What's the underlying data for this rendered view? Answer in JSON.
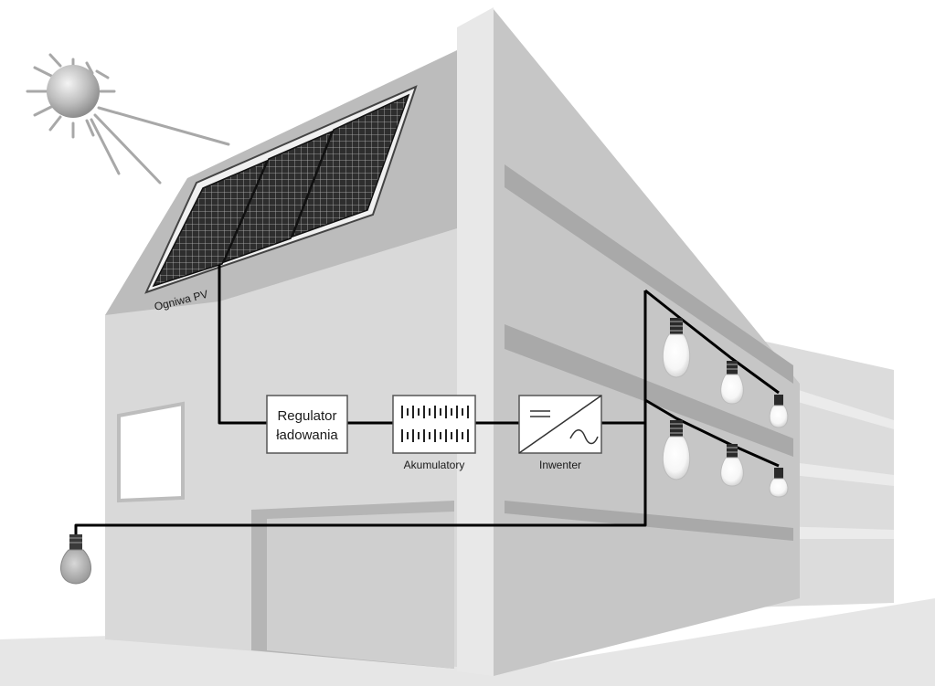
{
  "labels": {
    "pv_cells": "Ogniwa PV",
    "charge_regulator_line1": "Regulator",
    "charge_regulator_line2": "ładowania",
    "batteries": "Akumulatory",
    "inverter": "Inwenter"
  },
  "colors": {
    "wire": "#000000",
    "ground": "#e4e4e4",
    "wall_front": "#d9d9d9",
    "wall_side": "#c4c4c4",
    "roof": "#bdbdbd",
    "panel_cell": "#2e2e2e"
  },
  "icons": [
    "sun-icon",
    "solar-panel-icon",
    "battery-icon",
    "inverter-icon",
    "light-bulb-icon"
  ]
}
